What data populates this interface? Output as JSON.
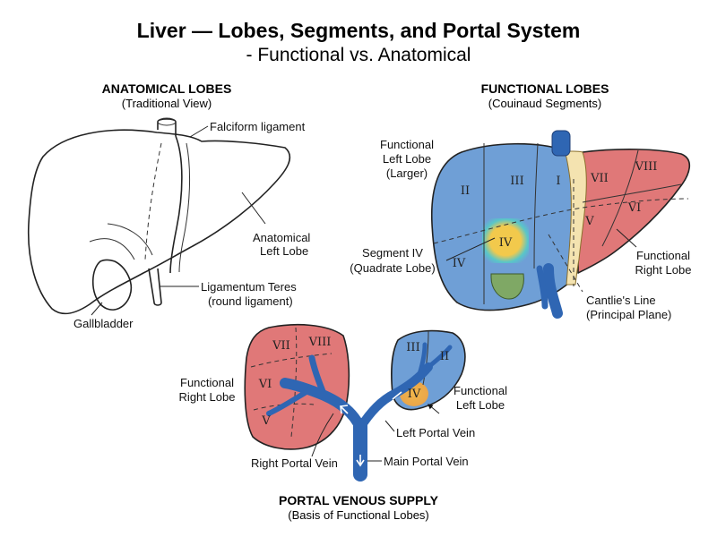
{
  "header": {
    "title": "Liver — Lobes, Segments, and Portal System",
    "subtitle": "- Functional vs. Anatomical"
  },
  "anatomical": {
    "heading": "ANATOMICAL LOBES",
    "subheading": "(Traditional View)",
    "falciform": "Falciform ligament",
    "left_lobe_1": "Anatomical",
    "left_lobe_2": "Left Lobe",
    "teres_1": "Ligamentum Teres",
    "teres_2": "(round ligament)",
    "gallbladder": "Gallbladder"
  },
  "functional": {
    "heading": "FUNCTIONAL LOBES",
    "subheading": "(Couinaud Segments)",
    "left_1": "Functional",
    "left_2": "Left Lobe",
    "left_3": "(Larger)",
    "segiv_1": "Segment IV",
    "segiv_2": "(Quadrate Lobe)",
    "right_1": "Functional",
    "right_2": "Right Lobe",
    "cantlie_1": "Cantlie's Line",
    "cantlie_2": "(Principal Plane)",
    "segments": {
      "I": "I",
      "II": "II",
      "III": "III",
      "IV": "IV",
      "IVb": "IV",
      "V": "V",
      "VI": "VI",
      "VII": "VII",
      "VIII": "VIII"
    }
  },
  "portal": {
    "heading": "PORTAL VENOUS SUPPLY",
    "subheading": "(Basis of Functional Lobes)",
    "right_lobe_1": "Functional",
    "right_lobe_2": "Right Lobe",
    "left_lobe_1": "Functional",
    "left_lobe_2": "Left Lobe",
    "left_vein": "Left Portal Vein",
    "right_vein": "Right Portal Vein",
    "main_vein": "Main Portal Vein",
    "segments": {
      "VII": "VII",
      "VIII": "VIII",
      "VI": "VI",
      "V": "V",
      "III": "III",
      "II": "II",
      "IV": "IV"
    }
  },
  "colors": {
    "left_blue": "#6f9fd6",
    "right_red": "#e07878",
    "vein_blue": "#2f66b3",
    "segiv_yellow": "#f1c84a",
    "ligament_cream": "#f4e3b0",
    "gallbladder_green": "#7fa865"
  }
}
